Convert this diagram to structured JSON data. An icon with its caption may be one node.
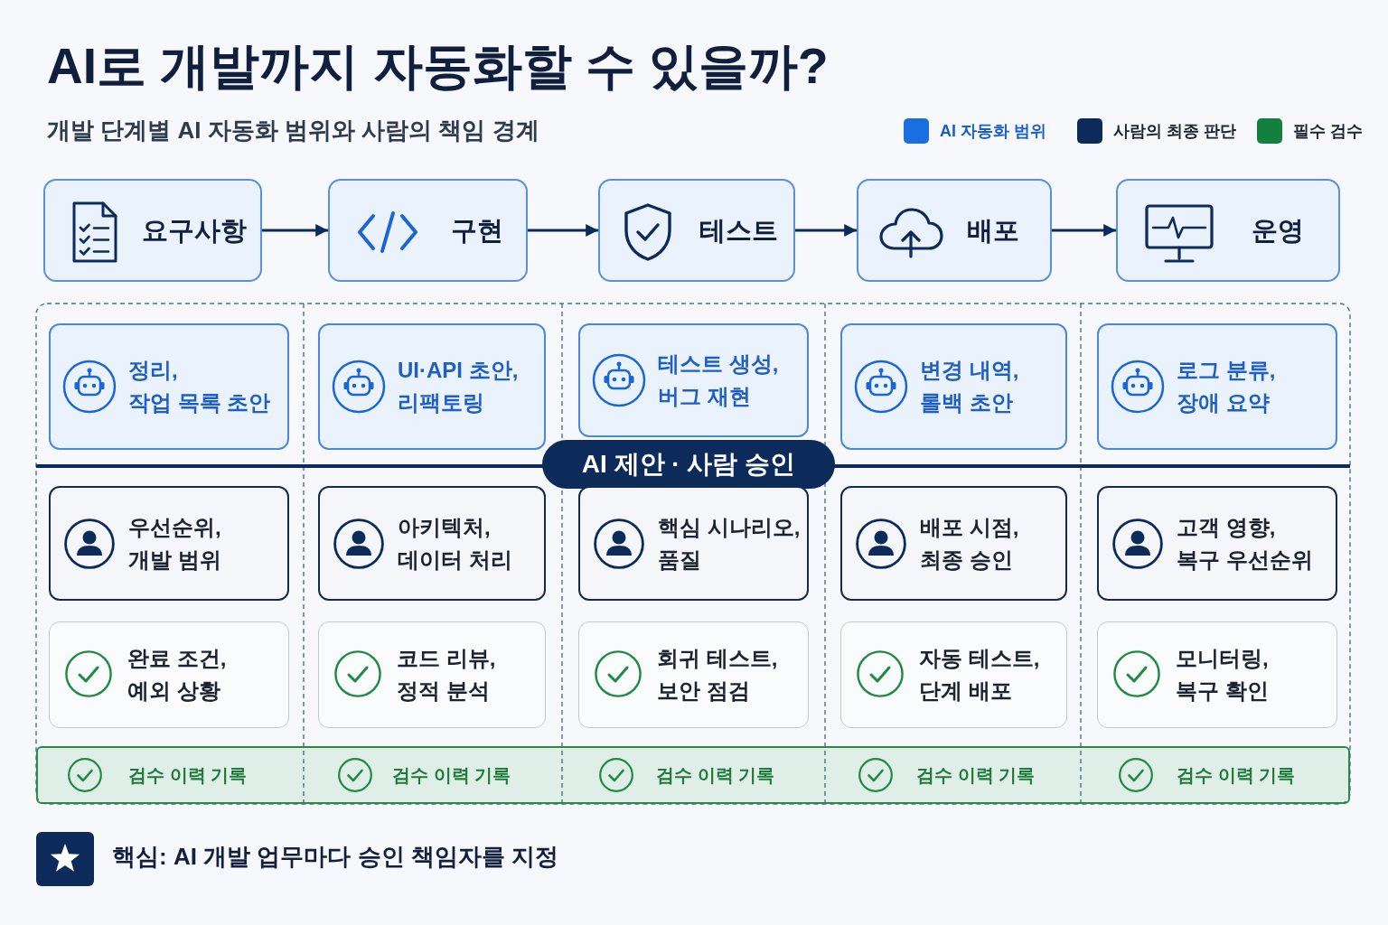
{
  "diagram": {
    "title": "AI로 개발까지 자동화할 수 있을까?",
    "nodes": [
      {
        "text": [
          "요구사항"
        ]
      },
      {
        "text": [
          "구현"
        ]
      },
      {
        "text": [
          "테스트"
        ]
      },
      {
        "text": [
          "배포"
        ]
      },
      {
        "text": [
          "운영"
        ]
      },
      {
        "text": [
          "정리, 작업 목록 초안"
        ]
      },
      {
        "text": [
          "UI·API 초안, 리팩토링"
        ]
      },
      {
        "text": [
          "테스트 생성, 버그 재현"
        ]
      },
      {
        "text": [
          "변경 내역, 롤백 초안"
        ]
      },
      {
        "text": [
          "로그 분류, 장애 요약"
        ]
      },
      {
        "text": [
          "AI 제안 · 사람 승인"
        ]
      },
      {
        "text": [
          "우선순위, 개발 범위"
        ]
      },
      {
        "text": [
          "아키텍처, 데이터 처리"
        ]
      },
      {
        "text": [
          "핵심 시나리오, 품질"
        ]
      },
      {
        "text": [
          "배포 시점, 최종 승인"
        ]
      },
      {
        "text": [
          "고객 영향, 복구 우선순위"
        ]
      },
      {
        "text": [
          "완료 조건, 예외 상황"
        ]
      },
      {
        "text": [
          "코드 리뷰, 정적 분석"
        ]
      },
      {
        "text": [
          "회귀 테스트, 보안 점검"
        ]
      },
      {
        "text": [
          "자동 테스트, 단계 배포"
        ]
      },
      {
        "text": [
          "모니터링, 복구 확인"
        ]
      },
      {
        "text": [
          "검수 이력 기록",
          "검수 이력 기록",
          "검수 이력 기록",
          "검수 이력 기록",
          "검수 이력 기록"
        ]
      }
    ],
    "edges": [
      {
        "from": 0,
        "to": 1,
        "arrow": "to"
      },
      {
        "from": 1,
        "to": 2,
        "arrow": "to"
      },
      {
        "from": 2,
        "to": 3,
        "arrow": "to"
      },
      {
        "from": 3,
        "to": 4,
        "arrow": "to"
      }
    ],
    "labels": [
      "개발 단계별 AI 자동화 범위와 사람의 책임 경계",
      "핵심: AI 개발 업무마다 승인 책임자를 지정"
    ],
    "legend": [
      {
        "text": "AI 자동화 범위",
        "color": "#1a6fe0"
      },
      {
        "text": "사람의 최종 판단",
        "color": "#0d2b5a"
      },
      {
        "text": "필수 검수",
        "color": "#13803f"
      }
    ]
  }
}
